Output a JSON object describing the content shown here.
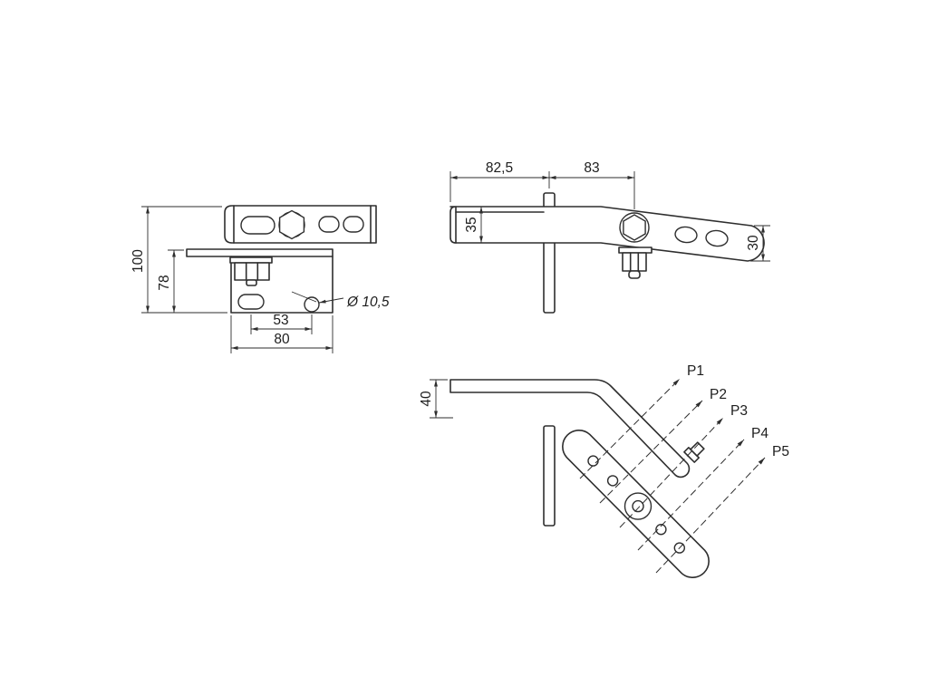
{
  "style": {
    "ink": "#2e2e2e"
  },
  "front_view": {
    "dim_total_height": "100",
    "dim_plate_height": "78",
    "dim_hole_spacing": "53",
    "dim_plate_width": "80",
    "dim_hole_diameter": "Ø 10,5"
  },
  "side_view": {
    "dim_left_span": "82,5",
    "dim_right_span": "83",
    "dim_channel_height": "35",
    "dim_end_height": "30"
  },
  "position_view": {
    "dim_arm_drop": "40",
    "positions": [
      "P1",
      "P2",
      "P3",
      "P4",
      "P5"
    ]
  }
}
